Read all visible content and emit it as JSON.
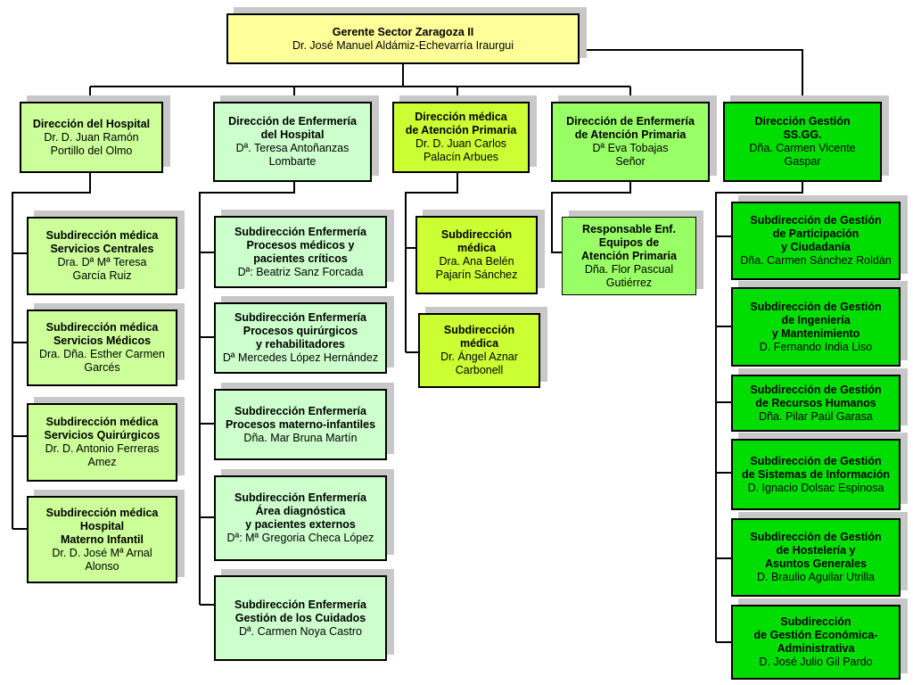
{
  "colors": {
    "top": "#ffff99",
    "pale": "#ccff99",
    "mint": "#ccffcc",
    "lime": "#ccff33",
    "green": "#99ff66",
    "bright": "#00dd00",
    "line": "#000000"
  },
  "top": {
    "title": "Gerente Sector Zaragoza II",
    "name": "Dr. José Manuel Aldámiz-Echevarría Iraurgui"
  },
  "directions": [
    {
      "title": "Dirección del Hospital",
      "name": "Dr. D. Juan Ramón\nPortillo del Olmo"
    },
    {
      "title": "Dirección de Enfermería\ndel Hospital",
      "name": "Dª. Teresa Antoñanzas\nLombarte"
    },
    {
      "title": "Dirección médica\nde Atención Primaria",
      "name": "Dr. D. Juan Carlos\nPalacín Arbues"
    },
    {
      "title": "Dirección de Enfermería\nde Atención Primaria",
      "name": "Dª Eva Tobajas\nSeñor"
    },
    {
      "title": "Dirección Gestión\nSS.GG.",
      "name": "Dña. Carmen Vicente\nGaspar"
    }
  ],
  "col1": [
    {
      "title": "Subdirección médica\nServicios Centrales",
      "name": "Dra. Dª Mª Teresa\nGarcía Ruiz"
    },
    {
      "title": "Subdirección médica\nServicios Médicos",
      "name": "Dra. Dña. Esther Carmen\nGarcés"
    },
    {
      "title": "Subdirección médica\nServicios Quirúrgicos",
      "name": "Dr. D. Antonio Ferreras\nAmez"
    },
    {
      "title": "Subdirección médica\nHospital\nMaterno Infantil",
      "name": "Dr. D. José Mª Arnal\nAlonso"
    }
  ],
  "col2": [
    {
      "title": "Subdirección Enfermería\nProcesos médicos y\npacientes críticos",
      "name": "Dª: Beatriz Sanz Forcada"
    },
    {
      "title": "Subdirección Enfermería\nProcesos quirúrgicos\ny rehabilitadores",
      "name": "Dª Mercedes López Hernández"
    },
    {
      "title": "Subdirección Enfermería\nProcesos materno-infantiles",
      "name": "Dña. Mar Bruna Martín"
    },
    {
      "title": "Subdirección Enfermería\nÁrea diagnóstica\ny pacientes externos",
      "name": "Dª: Mª Gregoria Checa López"
    },
    {
      "title": "Subdirección Enfermería\nGestión de los Cuidados",
      "name": "Dª. Carmen Noya Castro"
    }
  ],
  "col3": [
    {
      "title": "Subdirección\nmédica",
      "name": "Dra. Ana Belén\nPajarín Sánchez"
    },
    {
      "title": "Subdirección\nmédica",
      "name": "Dr. Ángel Aznar\nCarbonell"
    }
  ],
  "col4": [
    {
      "title": "Responsable Enf.\nEquipos de\nAtención Primaria",
      "name": "Dña. Flor Pascual\nGutiérrez"
    }
  ],
  "col5": [
    {
      "title": "Subdirección de Gestión\nde Participación\ny Ciudadanía",
      "name": "Dña. Carmen Sánchez Roldán"
    },
    {
      "title": "Subdirección de Gestión\nde Ingeniería\ny Mantenimiento",
      "name": "D. Fernando India Liso"
    },
    {
      "title": "Subdirección de Gestión\nde Recursos Humanos",
      "name": "Dña. Pilar Paúl Garasa"
    },
    {
      "title": "Subdirección de Gestión\nde Sistemas de Información",
      "name": "D. Ignacio Dolsac Espinosa"
    },
    {
      "title": "Subdirección de Gestión\nde Hostelería y\nAsuntos Generales",
      "name": "D. Braulio Aguilar Utrilla"
    },
    {
      "title": "Subdirección\nde Gestión Económica-\nAdministrativa",
      "name": "D. José Julio Gil Pardo"
    }
  ],
  "ghost_text": "Responsable Enf."
}
